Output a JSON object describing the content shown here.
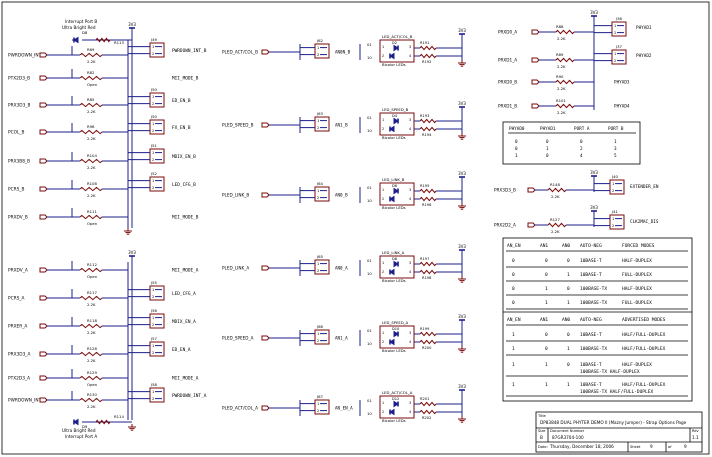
{
  "power_label": "3V3",
  "left": {
    "top_entries": [
      {
        "net": "PWRDOWN_INT_B",
        "res": "R69",
        "val": "2.2K",
        "jmp": "J49",
        "sig": "PWRDOWN_INT_B",
        "pin1": "1",
        "pin2": "2"
      },
      {
        "net": "PTX2D3_B",
        "res": "R82",
        "val": "Open",
        "jmp": "",
        "sig": "MII_MODE_B",
        "pin1": "",
        "pin2": ""
      },
      {
        "net": "PRX3D3_B",
        "res": "R85",
        "val": "2.2K",
        "jmp": "J50",
        "sig": "ED_EN_B",
        "pin1": "1",
        "pin2": "2"
      },
      {
        "net": "PCOL_B",
        "res": "R96",
        "val": "2.2K",
        "jmp": "J50",
        "sig": "FX_EN_B",
        "pin1": "1",
        "pin2": "2"
      },
      {
        "net": "PRX3B8_B",
        "res": "R104",
        "val": "2.2K",
        "jmp": "J51",
        "sig": "MDIX_EN_B",
        "pin1": "1",
        "pin2": "2"
      },
      {
        "net": "PCRS_B",
        "res": "R108",
        "val": "2.2K",
        "jmp": "J52",
        "sig": "LED_CFG_B",
        "pin1": "1",
        "pin2": "2"
      },
      {
        "net": "PRXDV_B",
        "res": "R111",
        "val": "Open",
        "jmp": "",
        "sig": "MII_MODE_B",
        "pin1": "",
        "pin2": ""
      }
    ],
    "bottom_entries": [
      {
        "net": "PRXDV_A",
        "res": "R112",
        "val": "Open",
        "jmp": "",
        "sig": "MII_MODE_A",
        "pin1": "",
        "pin2": ""
      },
      {
        "net": "PCRS_A",
        "res": "R117",
        "val": "2.2K",
        "jmp": "J55",
        "sig": "LED_CFG_A",
        "pin1": "1",
        "pin2": "2"
      },
      {
        "net": "PRXER_A",
        "res": "R118",
        "val": "2.2K",
        "jmp": "J56",
        "sig": "MDIX_EN_A",
        "pin1": "1",
        "pin2": "2"
      },
      {
        "net": "PRX3D3_A",
        "res": "R128",
        "val": "2.2K",
        "jmp": "J57",
        "sig": "ED_EN_A",
        "pin1": "1",
        "pin2": "2"
      },
      {
        "net": "PTX2D3_A",
        "res": "R129",
        "val": "Open",
        "jmp": "",
        "sig": "MII_MODE_A",
        "pin1": "",
        "pin2": ""
      },
      {
        "net": "PWRDOWN_INT_A",
        "res": "R130",
        "val": "2.2K",
        "jmp": "J58",
        "sig": "PWRDOWN_INT_A",
        "pin1": "1",
        "pin2": "2"
      }
    ],
    "top_led": {
      "ref": "D8",
      "label": "Ultra Bright Red",
      "note": "Interrupt Port B",
      "res": "R113",
      "val": "2.2K"
    },
    "bottom_led": {
      "ref": "D9",
      "label": "Ultra Bright Red",
      "note": "Interrupt Port A",
      "res": "R114",
      "val": "2.2K"
    }
  },
  "middle": [
    {
      "net": "PLED_ACT/COL_B",
      "jmp": "J62",
      "sig": "AN0N_B",
      "led": "LED_ACT/COL_B",
      "d1": "D2",
      "d2": "D3",
      "r1": "R191",
      "r2": "R192",
      "mark1": "01",
      "mark2": "10",
      "bicolor": "Bicolor LEDs"
    },
    {
      "net": "PLED_SPEED_B",
      "jmp": "J63",
      "sig": "AN1_B",
      "led": "LED_SPEED_B",
      "d1": "D4",
      "d2": "D5",
      "r1": "R193",
      "r2": "R194",
      "mark1": "01",
      "mark2": "10",
      "bicolor": "Bicolor LEDs"
    },
    {
      "net": "PLED_LINK_B",
      "jmp": "J64",
      "sig": "AN0_B",
      "led": "LED_LINK_B",
      "d1": "D6",
      "d2": "D7",
      "r1": "R195",
      "r2": "R196",
      "mark1": "01",
      "mark2": "10",
      "bicolor": "Bicolor LEDs"
    },
    {
      "net": "PLED_LINK_A",
      "jmp": "J65",
      "sig": "AN0_A",
      "led": "LED_LINK_A",
      "d1": "D8",
      "d2": "D9",
      "r1": "R197",
      "r2": "R198",
      "mark1": "01",
      "mark2": "10",
      "bicolor": "Bicolor LEDs"
    },
    {
      "net": "PLED_SPEED_A",
      "jmp": "J66",
      "sig": "AN1_A",
      "led": "LED_SPEED_A",
      "d1": "D10",
      "d2": "D11",
      "r1": "R199",
      "r2": "R200",
      "mark1": "01",
      "mark2": "10",
      "bicolor": "Bicolor LEDs"
    },
    {
      "net": "PLED_ACT/COL_A",
      "jmp": "J67",
      "sig": "AN_EN_A",
      "led": "LED_ACT/COL_A",
      "d1": "D12",
      "d2": "D13",
      "r1": "R201",
      "r2": "R202",
      "mark1": "01",
      "mark2": "10",
      "bicolor": "Bicolor LEDs"
    }
  ],
  "right_top": {
    "rows": [
      {
        "net": "PRXD0_A",
        "res": "R88",
        "val": "2.2K",
        "jmp": "J36",
        "sig": "PHYAD1"
      },
      {
        "net": "PRXD1_A",
        "res": "R89",
        "val": "2.2K",
        "jmp": "J37",
        "sig": "PHYAD2"
      },
      {
        "net": "PRXD0_B",
        "res": "R90",
        "val": "2.2K",
        "jmp": "",
        "sig": "PHYAD3"
      },
      {
        "net": "PRXD1_B",
        "res": "R101",
        "val": "2.2K",
        "jmp": "",
        "sig": "PHYAD4"
      }
    ]
  },
  "phy_table": {
    "headers": [
      "PHYAD0",
      "PHYAD1",
      "PORT A",
      "PORT B"
    ],
    "rows": [
      [
        "0",
        "0",
        "0",
        "1"
      ],
      [
        "0",
        "1",
        "2",
        "3"
      ],
      [
        "1",
        "0",
        "4",
        "5"
      ]
    ]
  },
  "ext": [
    {
      "net": "PRX3D3_B",
      "res": "R148",
      "val": "2.2K",
      "jmp": "J40",
      "sig": "EXTENDER_EN"
    },
    {
      "net": "PRX2D2_A",
      "res": "R127",
      "val": "2.2K",
      "jmp": "J41",
      "sig": "CLK2MAC_DIS"
    }
  ],
  "forced_table": {
    "headers": [
      "AN_EN",
      "AN1",
      "AN0",
      "AUTO-NEG",
      "FORCED MODES"
    ],
    "rows": [
      [
        "0",
        "0",
        "0",
        "10BASE-T",
        "HALF-DUPLEX"
      ],
      [
        "0",
        "0",
        "1",
        "10BASE-T",
        "FULL-DUPLEX"
      ],
      [
        "0",
        "1",
        "0",
        "100BASE-TX",
        "HALF-DUPLEX"
      ],
      [
        "0",
        "1",
        "1",
        "100BASE-TX",
        "FULL-DUPLEX"
      ]
    ]
  },
  "adv_table": {
    "headers": [
      "AN_EN",
      "AN1",
      "AN0",
      "AUTO-NEG",
      "ADVERTISED MODES"
    ],
    "rows": [
      [
        "1",
        "0",
        "0",
        "10BASE-T",
        "HALF/FULL-DUPLEX",
        ""
      ],
      [
        "1",
        "0",
        "1",
        "100BASE-TX",
        "HALF/FULL-DUPLEX",
        ""
      ],
      [
        "1",
        "1",
        "0",
        "10BASE-T",
        "HALF-DUPLEX",
        "100BASE-TX  HALF-DUPLEX"
      ],
      [
        "1",
        "1",
        "1",
        "10BASE-T",
        "HALF/FULL-DUPLEX",
        "100BASE-TX  HALF/FULL-DUPLEX"
      ]
    ]
  },
  "title_block": {
    "title_lbl": "Title",
    "title": "DP83848 DUAL PHYTER DEMO II (Mazny Jumper) - Strap Options Page",
    "size_lbl": "Size",
    "size": "B",
    "doc_lbl": "Document Number",
    "doc": "87GR3704-100",
    "rev_lbl": "Rev",
    "rev": "1.1",
    "date_lbl": "Date:",
    "date": "Thursday, December 18, 2006",
    "sheet_lbl": "Sheet",
    "sheet": "9",
    "of_lbl": "of",
    "of": "9"
  }
}
